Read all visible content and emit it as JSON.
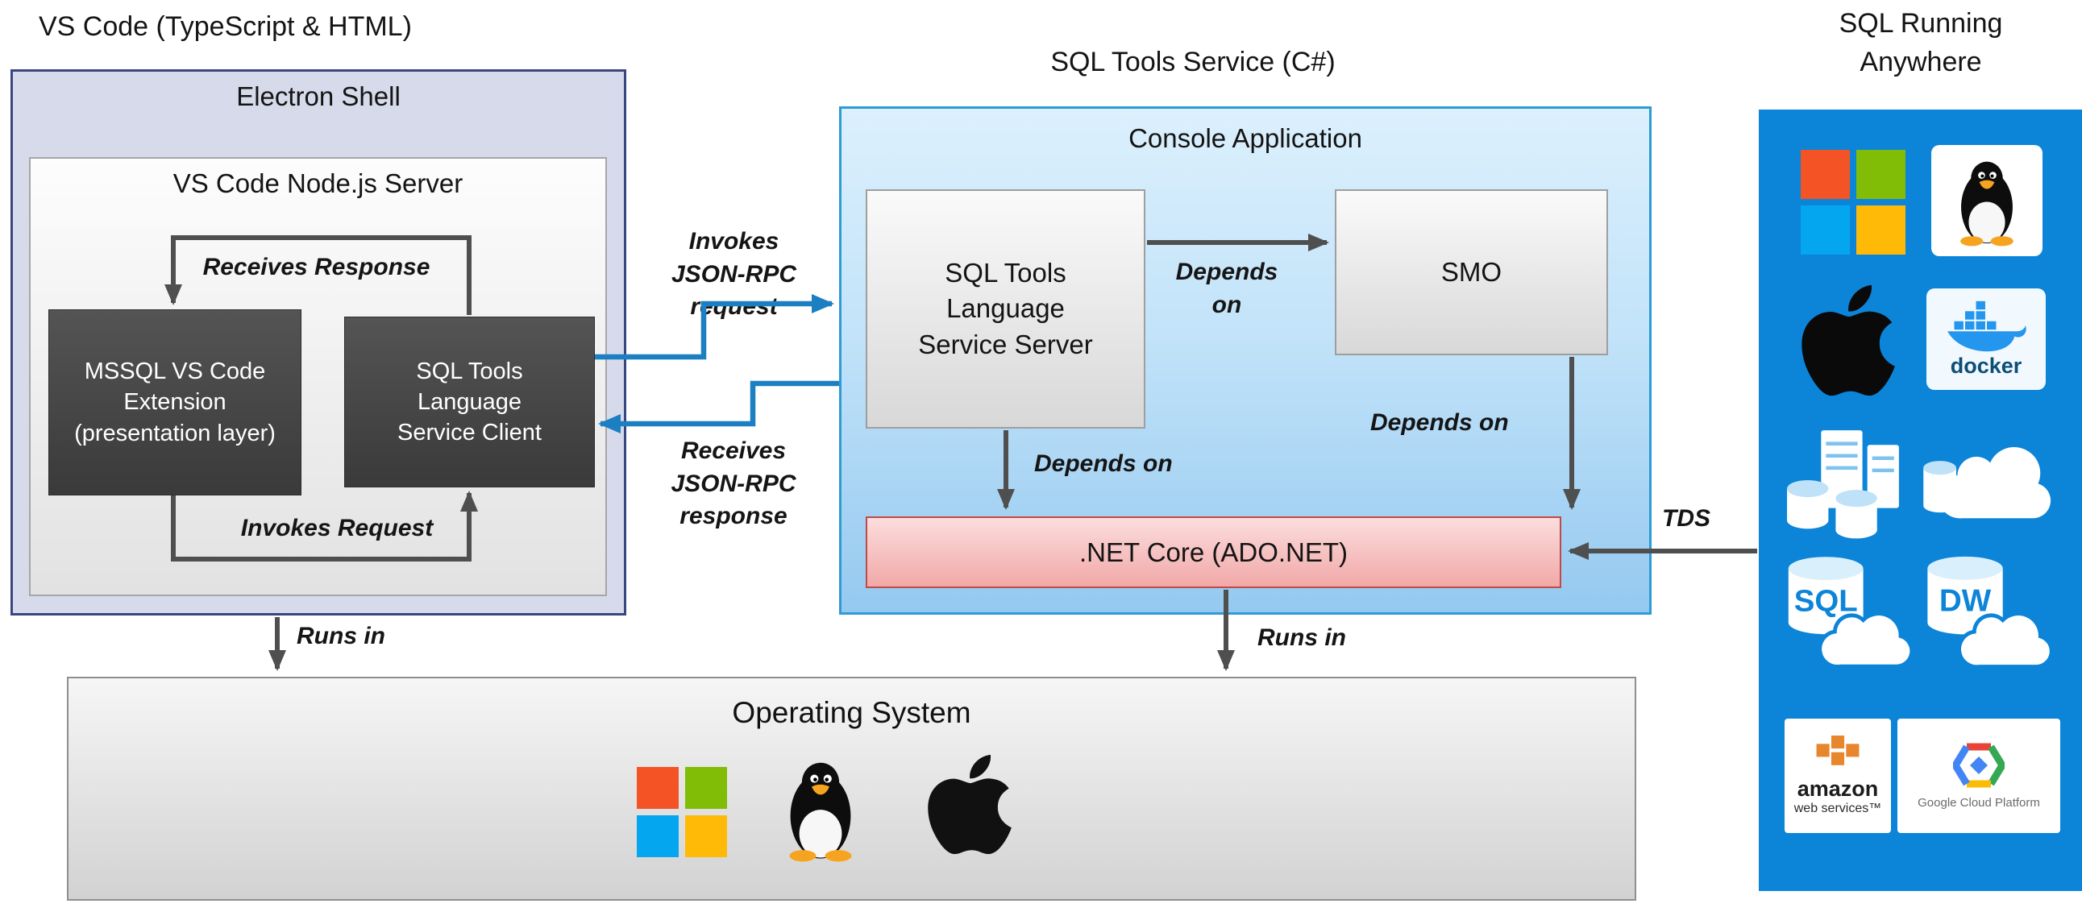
{
  "section_titles": {
    "left": "VS Code (TypeScript & HTML)",
    "middle": "SQL Tools Service (C#)",
    "right": "SQL Running Anywhere"
  },
  "electron_shell": {
    "title": "Electron Shell",
    "node_server_title": "VS Code Node.js Server",
    "mssql_extension": "MSSQL VS Code Extension (presentation layer)",
    "service_client": "SQL Tools Language Service Client",
    "receives_response": "Receives Response",
    "invokes_request": "Invokes Request"
  },
  "rpc": {
    "invokes": "Invokes JSON-RPC request",
    "receives": "Receives JSON-RPC response"
  },
  "console_app": {
    "title": "Console Application",
    "service_server": "SQL Tools Language Service Server",
    "smo": "SMO",
    "net_core": ".NET Core (ADO.NET)",
    "depends_on": "Depends on"
  },
  "os": {
    "title": "Operating System",
    "runs_in": "Runs in"
  },
  "tds": "TDS",
  "icon_text": {
    "docker": "docker",
    "sql": "SQL",
    "dw": "DW",
    "amazon": "amazon",
    "web_services": "web services™",
    "gcp": "Google Cloud Platform"
  },
  "colors": {
    "panel_blue": "#0c84d8",
    "arrow_blue": "#1c7fc2",
    "arrow_gray": "#4f4f4f",
    "console_border": "#2e9bd5",
    "electron_fill": "#d6daea",
    "electron_border": "#3a4680",
    "net_core_border": "#bf4a4a",
    "windows_red": "#f35325",
    "windows_green": "#81bc06",
    "windows_blue": "#05a6f0",
    "windows_yellow": "#ffba08",
    "docker_blue": "#2496ed"
  }
}
